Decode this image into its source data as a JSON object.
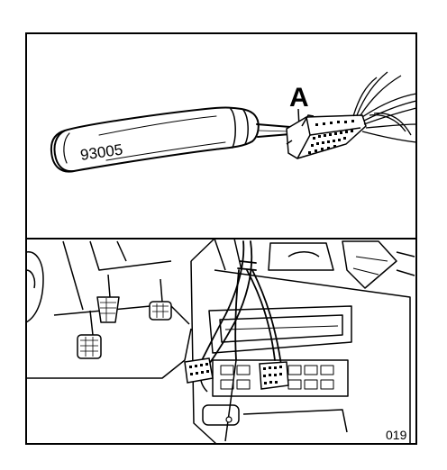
{
  "figure": {
    "tool_part_number": "93005",
    "callout_letter": "A",
    "figure_number": "019"
  }
}
